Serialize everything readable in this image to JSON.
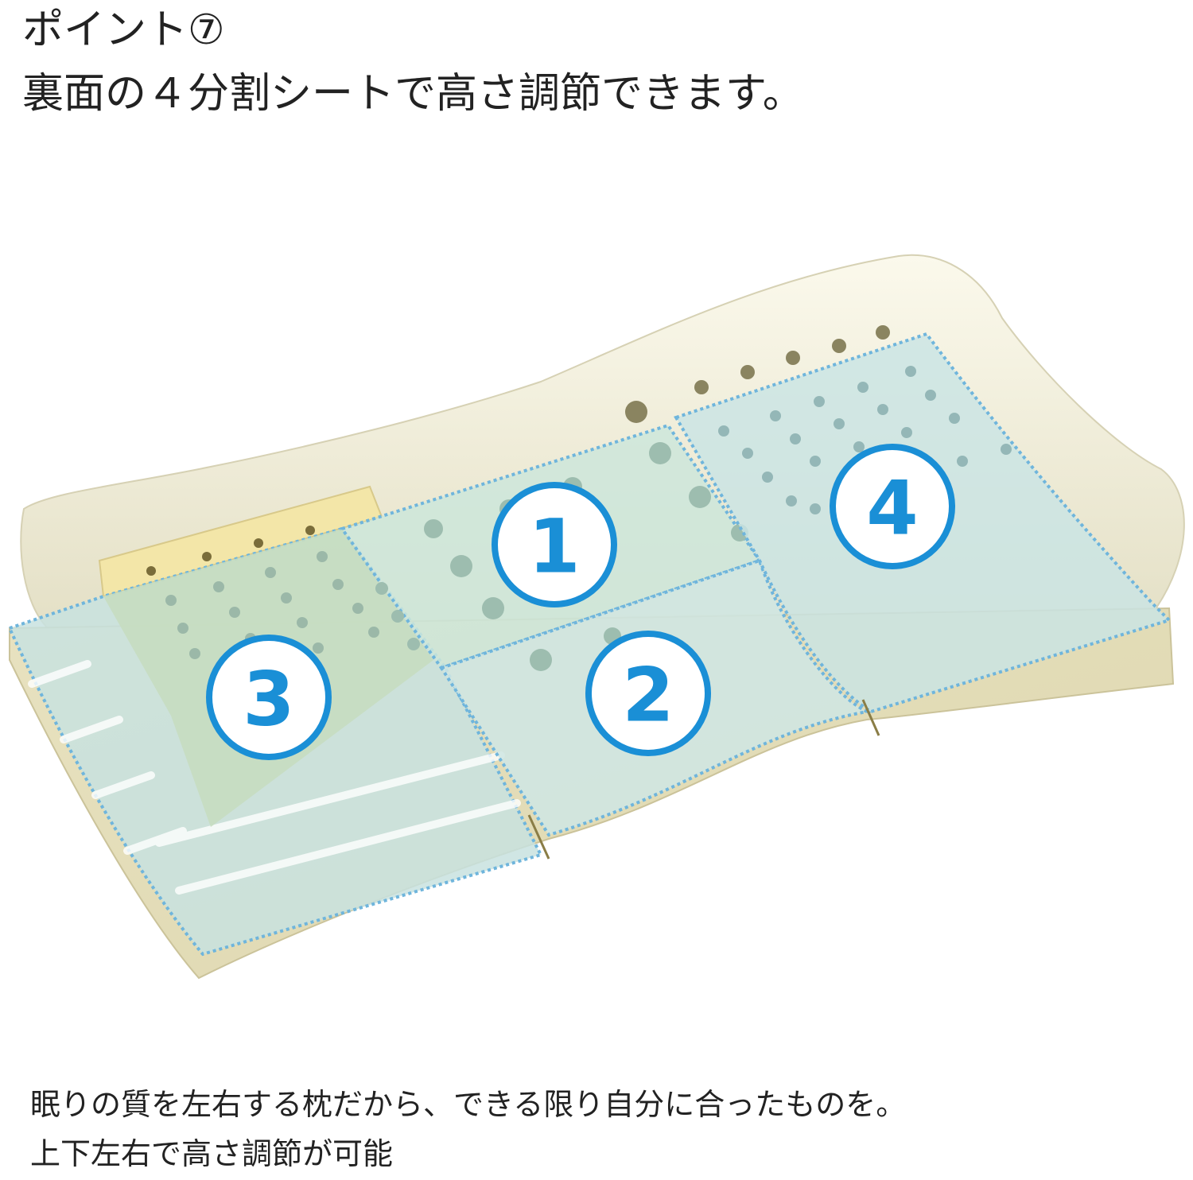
{
  "header": {
    "point_title": "ポイント⑦",
    "subtitle": "裏面の４分割シートで高さ調節できます。"
  },
  "sections": [
    {
      "id": "1",
      "label": "1"
    },
    {
      "id": "2",
      "label": "2"
    },
    {
      "id": "3",
      "label": "3"
    },
    {
      "id": "4",
      "label": "4"
    }
  ],
  "footer": {
    "line1": "眠りの質を左右する枕だから、できる限り自分に合ったものを。",
    "line2": "上下左右で高さ調節が可能"
  },
  "colors": {
    "pillow": "#f2efdc",
    "insert": "#f3e6a8",
    "sheet": "#c9e4e4",
    "outline": "#6fb5dc",
    "badge": "#1a8fd6"
  }
}
